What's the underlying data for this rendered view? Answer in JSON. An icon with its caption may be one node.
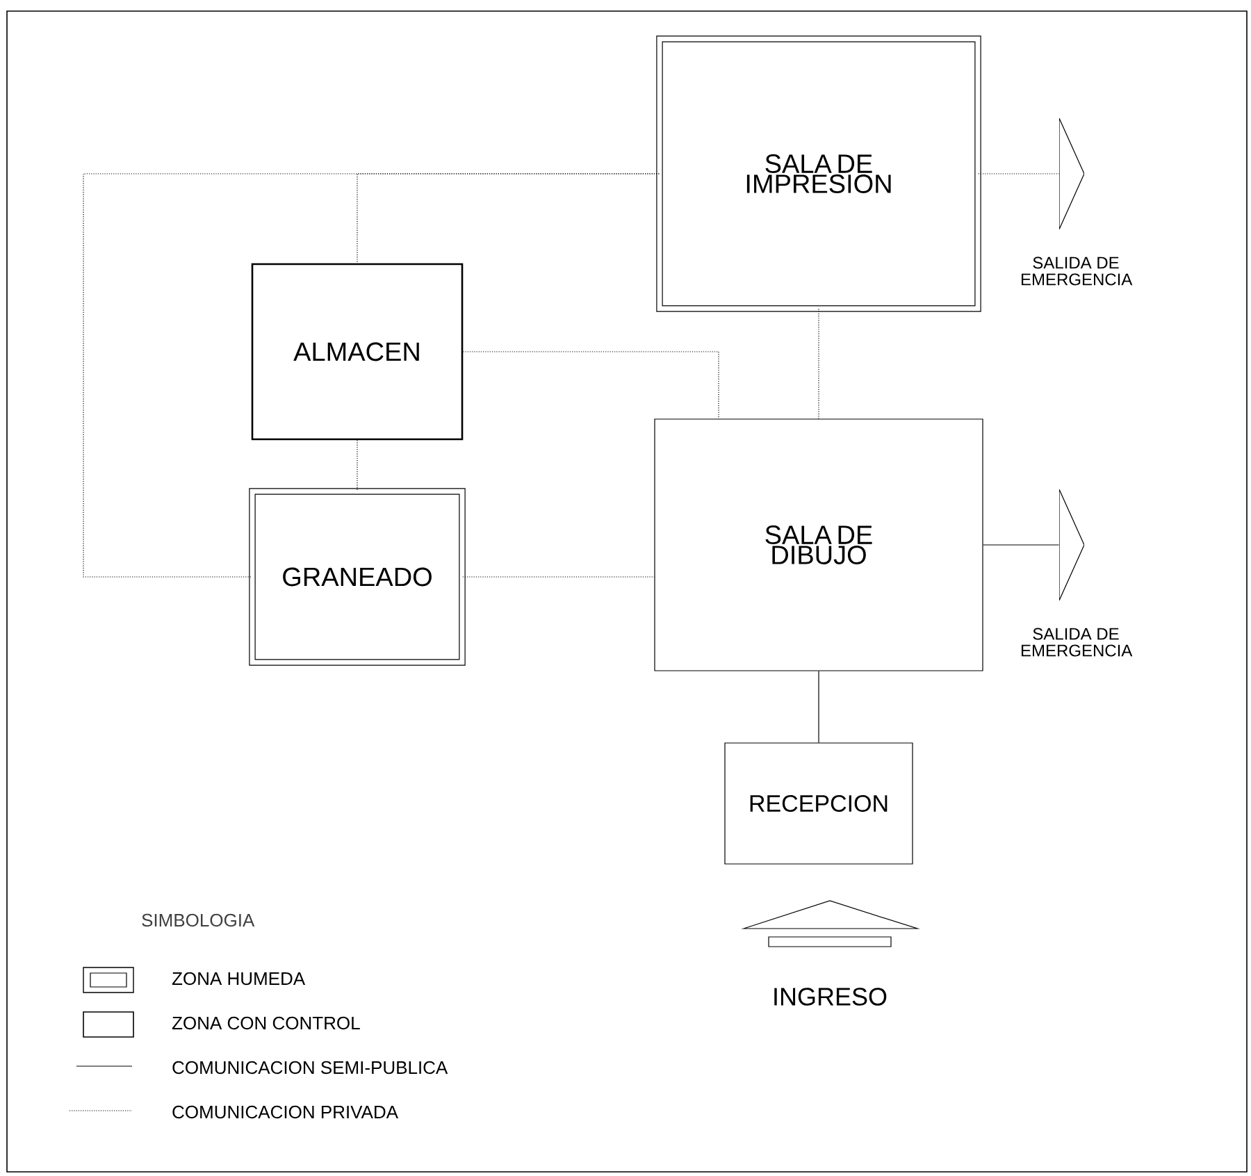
{
  "diagram": {
    "nodes": [
      {
        "text": [
          "SALA DE IMPRESION"
        ]
      },
      {
        "text": [
          "ALMACEN"
        ]
      },
      {
        "text": [
          "GRANEADO"
        ]
      },
      {
        "text": [
          "SALA DE DIBUJO"
        ]
      },
      {
        "text": [
          "RECEPCION"
        ]
      },
      {
        "text": [],
        "shape": "triangle",
        "beside": [
          "SALIDA DE EMERGENCIA"
        ]
      },
      {
        "text": [],
        "shape": "triangle",
        "beside": [
          "SALIDA DE EMERGENCIA"
        ]
      },
      {
        "text": [
          "INGRESO"
        ]
      }
    ],
    "edges": [
      {
        "from": 0,
        "to": 1,
        "arrow": "none",
        "style": "dashed"
      },
      {
        "from": 0,
        "to": 2,
        "arrow": "none",
        "style": "dashed"
      },
      {
        "from": 1,
        "to": 2,
        "arrow": "none",
        "style": "dashed"
      },
      {
        "from": 1,
        "to": 3,
        "arrow": "none",
        "style": "dashed"
      },
      {
        "from": 0,
        "to": 3,
        "arrow": "none",
        "style": "dashed"
      },
      {
        "from": 2,
        "to": 3,
        "arrow": "none",
        "style": "dashed"
      },
      {
        "from": 0,
        "to": 5,
        "arrow": "none",
        "style": "dashed"
      },
      {
        "from": 3,
        "to": 6,
        "arrow": "none"
      },
      {
        "from": 3,
        "to": 4,
        "arrow": "none"
      }
    ],
    "labels": [
      "SIMBOLOGIA"
    ],
    "legend": [
      {
        "text": "ZONA HUMEDA"
      },
      {
        "text": "ZONA CON CONTROL"
      },
      {
        "text": "COMUNICACION SEMI-PUBLICA"
      },
      {
        "text": "COMUNICACION PRIVADA"
      }
    ]
  }
}
